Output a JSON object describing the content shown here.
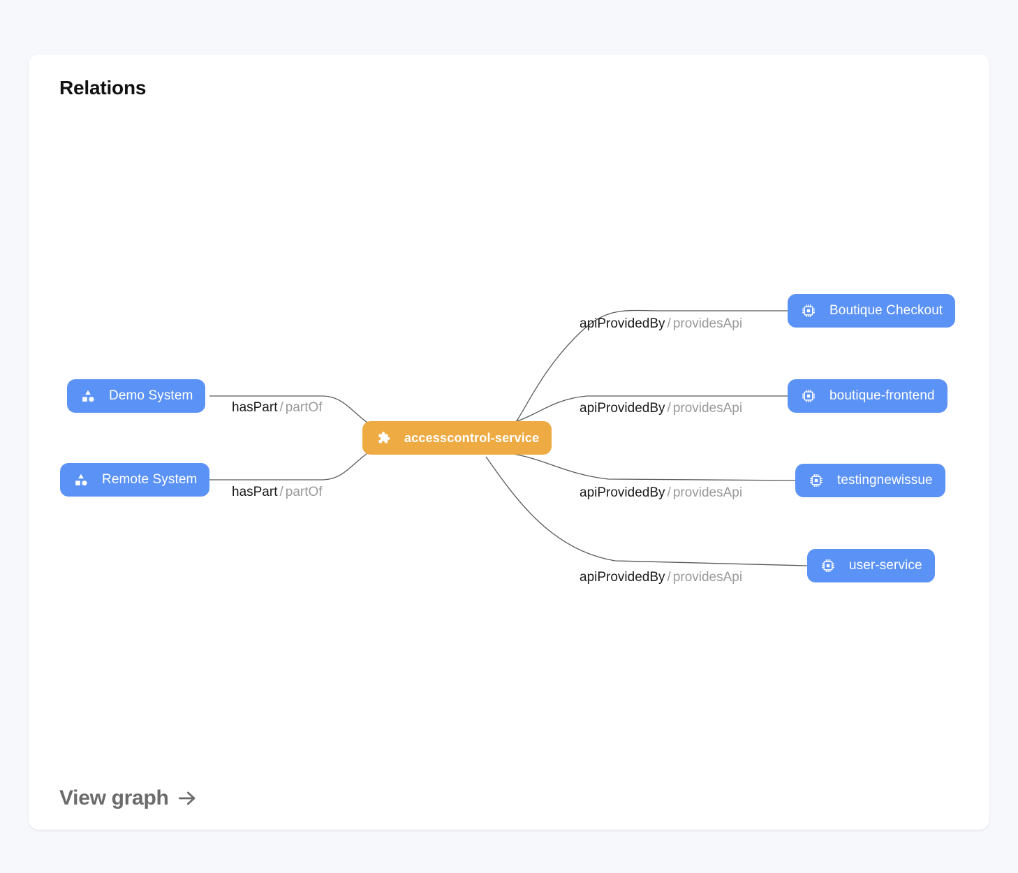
{
  "card": {
    "title": "Relations",
    "footer_link": {
      "label": "View graph",
      "icon": "arrow-right-icon"
    }
  },
  "graph": {
    "center_node": {
      "id": "accesscontrol-service",
      "label": "accesscontrol-service",
      "kind": "component",
      "icon": "puzzle-piece-icon",
      "color": "#efab43"
    },
    "left_nodes": [
      {
        "id": "demo-system",
        "label": "Demo System",
        "kind": "system",
        "icon": "shapes-icon",
        "color": "#5b92f5"
      },
      {
        "id": "remote-system",
        "label": "Remote System",
        "kind": "system",
        "icon": "shapes-icon",
        "color": "#5b92f5"
      }
    ],
    "right_nodes": [
      {
        "id": "boutique-checkout",
        "label": "Boutique Checkout",
        "kind": "api",
        "icon": "chip-icon",
        "color": "#5b92f5"
      },
      {
        "id": "boutique-frontend",
        "label": "boutique-frontend",
        "kind": "api",
        "icon": "chip-icon",
        "color": "#5b92f5"
      },
      {
        "id": "testingnewissue",
        "label": "testingnewissue",
        "kind": "api",
        "icon": "chip-icon",
        "color": "#5b92f5"
      },
      {
        "id": "user-service",
        "label": "user-service",
        "kind": "api",
        "icon": "chip-icon",
        "color": "#5b92f5"
      }
    ],
    "edges": [
      {
        "id": "edge-demo-system",
        "from": "demo-system",
        "to": "accesscontrol-service",
        "forward": "hasPart",
        "separator": "/",
        "reverse": "partOf"
      },
      {
        "id": "edge-remote-system",
        "from": "remote-system",
        "to": "accesscontrol-service",
        "forward": "hasPart",
        "separator": "/",
        "reverse": "partOf"
      },
      {
        "id": "edge-boutique-checkout",
        "from": "accesscontrol-service",
        "to": "boutique-checkout",
        "forward": "apiProvidedBy",
        "separator": "/",
        "reverse": "providesApi"
      },
      {
        "id": "edge-boutique-frontend",
        "from": "accesscontrol-service",
        "to": "boutique-frontend",
        "forward": "apiProvidedBy",
        "separator": "/",
        "reverse": "providesApi"
      },
      {
        "id": "edge-testingnewissue",
        "from": "accesscontrol-service",
        "to": "testingnewissue",
        "forward": "apiProvidedBy",
        "separator": "/",
        "reverse": "providesApi"
      },
      {
        "id": "edge-user-service",
        "from": "accesscontrol-service",
        "to": "user-service",
        "forward": "apiProvidedBy",
        "separator": "/",
        "reverse": "providesApi"
      }
    ]
  },
  "colors": {
    "page_background": "#f7f8fc",
    "card_background": "#ffffff",
    "node_blue": "#5b92f5",
    "node_orange": "#efab43",
    "edge_stroke": "#595959",
    "label_forward": "#1b1b1b",
    "label_reverse": "#9a9a9a"
  }
}
